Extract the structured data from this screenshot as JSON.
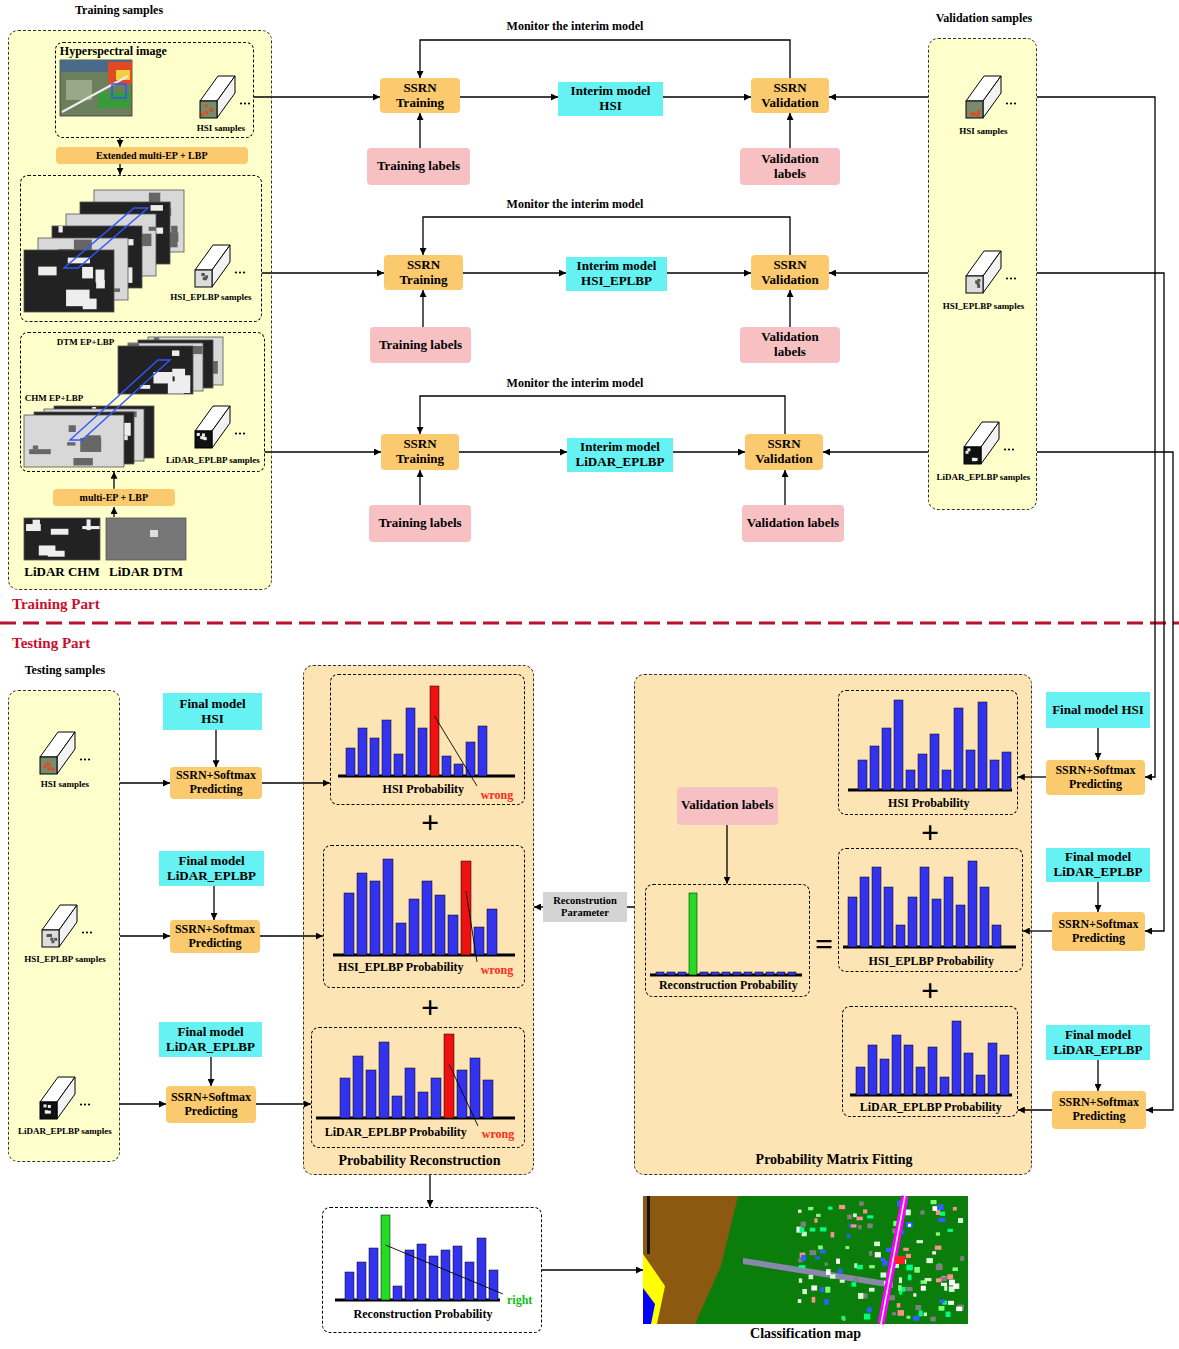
{
  "diagram": {
    "nodes": [
      {
        "text": [
          "Training samples"
        ]
      },
      {
        "text": [
          "Hyperspectral image",
          "HSI samples"
        ],
        "in": 0
      },
      {
        "text": [
          "Extended multi-EP + LBP"
        ],
        "in": 0
      },
      {
        "text": [
          "HSI_EPLBP samples"
        ],
        "in": 0
      },
      {
        "text": [
          "DTM EP+LBP",
          "CHM EP+LBP",
          "LiDAR_EPLBP samples"
        ],
        "in": 0
      },
      {
        "text": [
          "multi-EP + LBP"
        ],
        "in": 0
      },
      {
        "text": [
          "SSRN Training"
        ]
      },
      {
        "text": [
          "Interim model HSI"
        ]
      },
      {
        "text": [
          "SSRN Validation"
        ]
      },
      {
        "text": [
          "Training labels"
        ]
      },
      {
        "text": [
          "Validation labels"
        ]
      },
      {
        "text": [
          "SSRN Training"
        ]
      },
      {
        "text": [
          "Interim model HSI_EPLBP"
        ]
      },
      {
        "text": [
          "SSRN Validation"
        ]
      },
      {
        "text": [
          "Training labels"
        ]
      },
      {
        "text": [
          "Validation labels"
        ]
      },
      {
        "text": [
          "SSRN Training"
        ]
      },
      {
        "text": [
          "Interim model LiDAR_EPLBP"
        ]
      },
      {
        "text": [
          "SSRN Validation"
        ]
      },
      {
        "text": [
          "Training labels"
        ]
      },
      {
        "text": [
          "Validation labels"
        ]
      },
      {
        "text": [
          "Validation samples",
          "HSI samples",
          "HSI_EPLBP samples",
          "LiDAR_EPLBP samples"
        ]
      },
      {
        "text": [
          "Testing samples",
          "HSI samples",
          "HSI_EPLBP samples",
          "LiDAR_EPLBP samples"
        ]
      },
      {
        "text": [
          "Final model HSI"
        ]
      },
      {
        "text": [
          "SSRN+Softmax Predicting"
        ]
      },
      {
        "text": [
          "Final model LiDAR_EPLBP"
        ]
      },
      {
        "text": [
          "SSRN+Softmax Predicting"
        ]
      },
      {
        "text": [
          "Final model LiDAR_EPLBP"
        ]
      },
      {
        "text": [
          "SSRN+Softmax Predicting"
        ]
      },
      {
        "text": [
          "Probability Reconstruction"
        ]
      },
      {
        "text": [
          "HSI Probability",
          "wrong"
        ],
        "in": 29
      },
      {
        "text": [
          "HSI_EPLBP Probability",
          "wrong"
        ],
        "in": 29
      },
      {
        "text": [
          "LiDAR_EPLBP Probability",
          "wrong"
        ],
        "in": 29
      },
      {
        "text": [
          "Probability Matrix Fitting"
        ]
      },
      {
        "text": [
          "Validation labels"
        ],
        "in": 33
      },
      {
        "text": [
          "Reconstruction Probability"
        ],
        "in": 33
      },
      {
        "text": [
          "HSI Probability"
        ],
        "in": 33
      },
      {
        "text": [
          "HSI_EPLBP Probability"
        ],
        "in": 33
      },
      {
        "text": [
          "LiDAR_EPLBP Probability"
        ],
        "in": 33
      },
      {
        "text": [
          "Final model HSI"
        ]
      },
      {
        "text": [
          "SSRN+Softmax Predicting"
        ]
      },
      {
        "text": [
          "Final model LiDAR_EPLBP"
        ]
      },
      {
        "text": [
          "SSRN+Softmax Predicting"
        ]
      },
      {
        "text": [
          "Final model LiDAR_EPLBP"
        ]
      },
      {
        "text": [
          "SSRN+Softmax Predicting"
        ]
      },
      {
        "text": [
          "Reconstruction Probability",
          "right"
        ]
      },
      {
        "text": [
          "Classification map"
        ]
      }
    ],
    "edges": [
      {
        "from": 1,
        "to": 6,
        "arrow": "to"
      },
      {
        "from": 6,
        "to": 7,
        "arrow": "to"
      },
      {
        "from": 7,
        "to": 8,
        "arrow": "to"
      },
      {
        "from": 9,
        "to": 6,
        "arrow": "to"
      },
      {
        "from": 10,
        "to": 8,
        "arrow": "to"
      },
      {
        "from": 8,
        "to": 6,
        "arrow": "to",
        "label": "Monitor the interim model"
      },
      {
        "from": 21,
        "to": 8,
        "arrow": "to"
      },
      {
        "from": 3,
        "to": 11,
        "arrow": "to"
      },
      {
        "from": 11,
        "to": 12,
        "arrow": "to"
      },
      {
        "from": 12,
        "to": 13,
        "arrow": "to"
      },
      {
        "from": 14,
        "to": 11,
        "arrow": "to"
      },
      {
        "from": 15,
        "to": 13,
        "arrow": "to"
      },
      {
        "from": 13,
        "to": 11,
        "arrow": "to",
        "label": "Monitor the interim model"
      },
      {
        "from": 21,
        "to": 13,
        "arrow": "to"
      },
      {
        "from": 4,
        "to": 16,
        "arrow": "to"
      },
      {
        "from": 16,
        "to": 17,
        "arrow": "to"
      },
      {
        "from": 17,
        "to": 18,
        "arrow": "to"
      },
      {
        "from": 19,
        "to": 16,
        "arrow": "to"
      },
      {
        "from": 20,
        "to": 18,
        "arrow": "to"
      },
      {
        "from": 18,
        "to": 16,
        "arrow": "to",
        "label": "Monitor the interim model"
      },
      {
        "from": 21,
        "to": 18,
        "arrow": "to"
      },
      {
        "from": 21,
        "to": 40,
        "arrow": "to"
      },
      {
        "from": 21,
        "to": 42,
        "arrow": "to"
      },
      {
        "from": 21,
        "to": 44,
        "arrow": "to"
      },
      {
        "from": 22,
        "to": 24,
        "arrow": "to"
      },
      {
        "from": 22,
        "to": 26,
        "arrow": "to"
      },
      {
        "from": 22,
        "to": 28,
        "arrow": "to"
      },
      {
        "from": 23,
        "to": 24,
        "arrow": "to"
      },
      {
        "from": 25,
        "to": 26,
        "arrow": "to"
      },
      {
        "from": 27,
        "to": 28,
        "arrow": "to"
      },
      {
        "from": 24,
        "to": 30,
        "arrow": "to"
      },
      {
        "from": 26,
        "to": 31,
        "arrow": "to"
      },
      {
        "from": 28,
        "to": 32,
        "arrow": "to"
      },
      {
        "from": 39,
        "to": 40,
        "arrow": "to"
      },
      {
        "from": 41,
        "to": 42,
        "arrow": "to"
      },
      {
        "from": 43,
        "to": 44,
        "arrow": "to"
      },
      {
        "from": 40,
        "to": 36,
        "arrow": "to"
      },
      {
        "from": 42,
        "to": 37,
        "arrow": "to"
      },
      {
        "from": 44,
        "to": 38,
        "arrow": "to"
      },
      {
        "from": 34,
        "to": 35,
        "arrow": "to"
      },
      {
        "from": 33,
        "to": 29,
        "arrow": "to",
        "label": "Reconstrution Parameter"
      },
      {
        "from": 29,
        "to": 45,
        "arrow": "to"
      },
      {
        "from": 45,
        "to": 46,
        "arrow": "to"
      },
      {
        "from": 1,
        "to": 2,
        "arrow": "to"
      },
      {
        "from": 2,
        "to": 3,
        "arrow": "to"
      },
      {
        "from": 5,
        "to": 4,
        "arrow": "to"
      }
    ],
    "labels": [
      "LiDAR CHM",
      "LiDAR DTM",
      "Training Part",
      "Testing Part",
      "+",
      "+",
      "+",
      "+",
      "="
    ]
  }
}
